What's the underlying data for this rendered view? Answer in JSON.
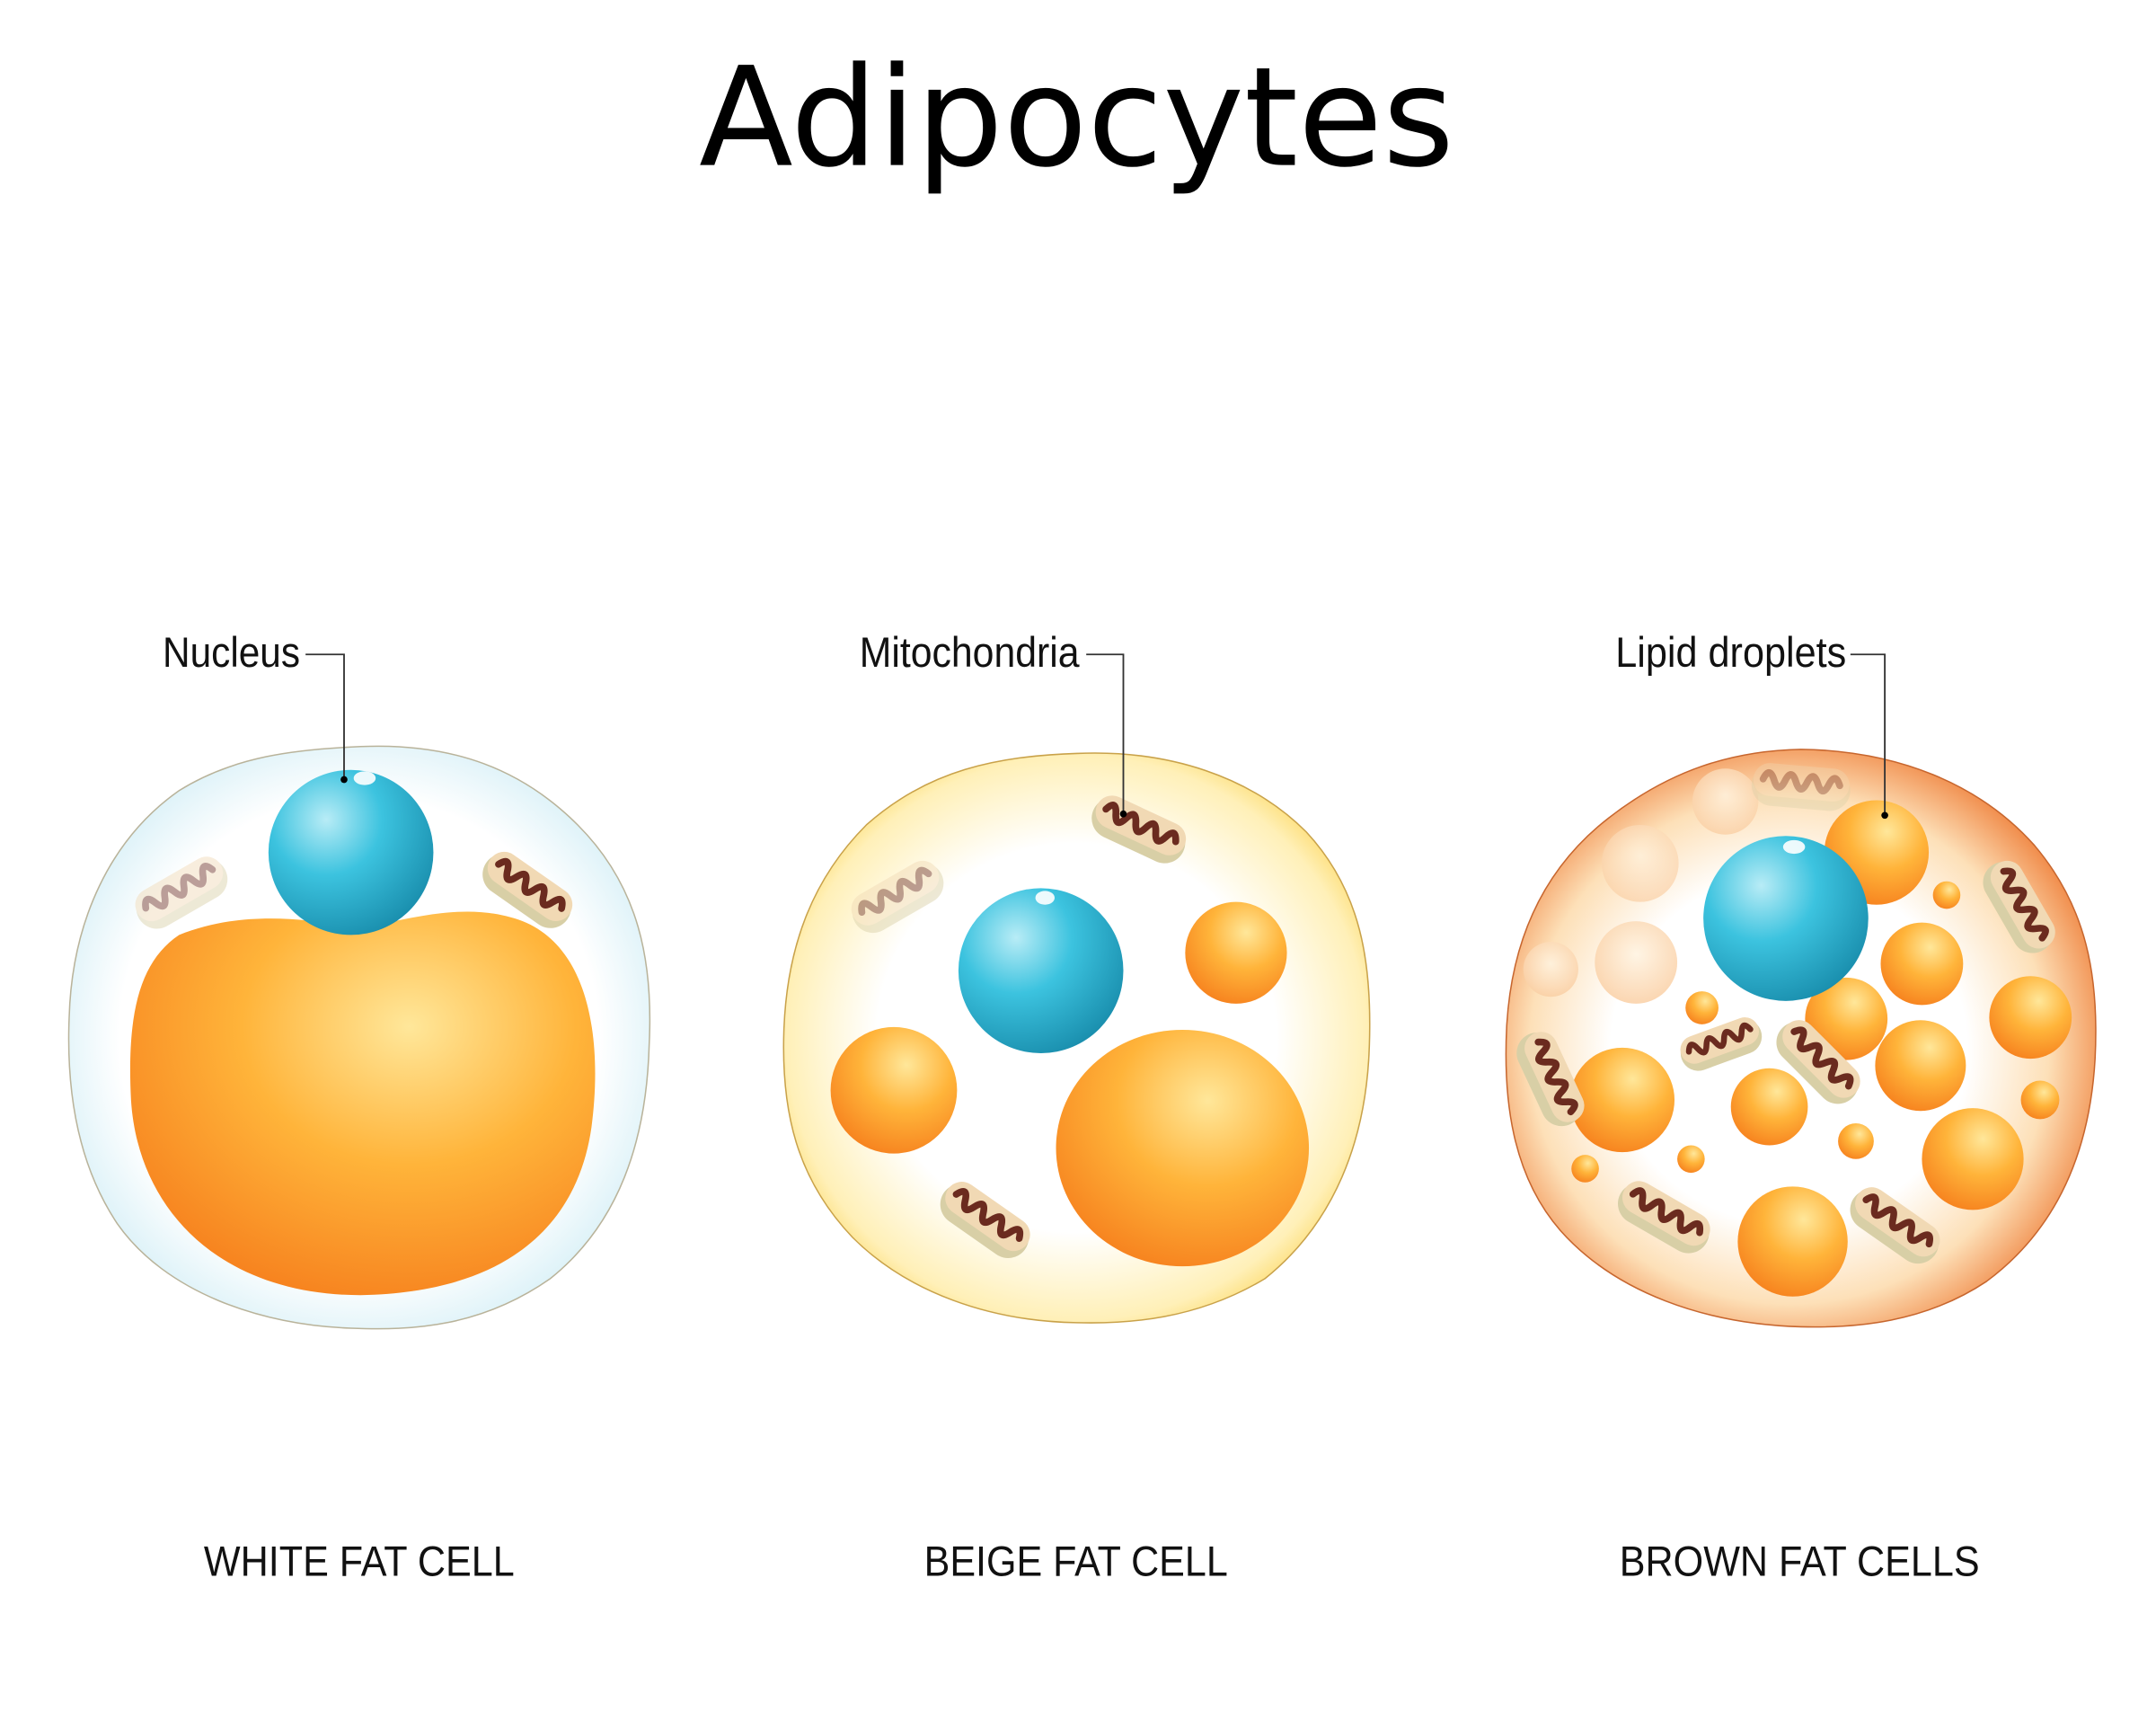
{
  "title": "Adipocytes",
  "callouts": {
    "nucleus": "Nucleus",
    "mitochondria": "Mitochondria",
    "lipid_droplets": "Lipid droplets"
  },
  "cells": [
    {
      "id": "white",
      "caption": "WHITE FAT CELL",
      "membrane_color": "#dff3f8",
      "outline_color": "#b9b39a"
    },
    {
      "id": "beige",
      "caption": "BEIGE FAT CELL",
      "membrane_color": "#fde88a",
      "outline_color": "#c9a24a"
    },
    {
      "id": "brown",
      "caption": "BROWN FAT CELLS",
      "membrane_color": "#f3884a",
      "outline_color": "#c7662e"
    }
  ],
  "colors": {
    "nucleus": "#2bb3d3",
    "lipid": "#fba126",
    "lipid_dark": "#f57a1a",
    "mito_membrane": "#e9d8b0",
    "mito_cristae": "#6b2b1f"
  }
}
